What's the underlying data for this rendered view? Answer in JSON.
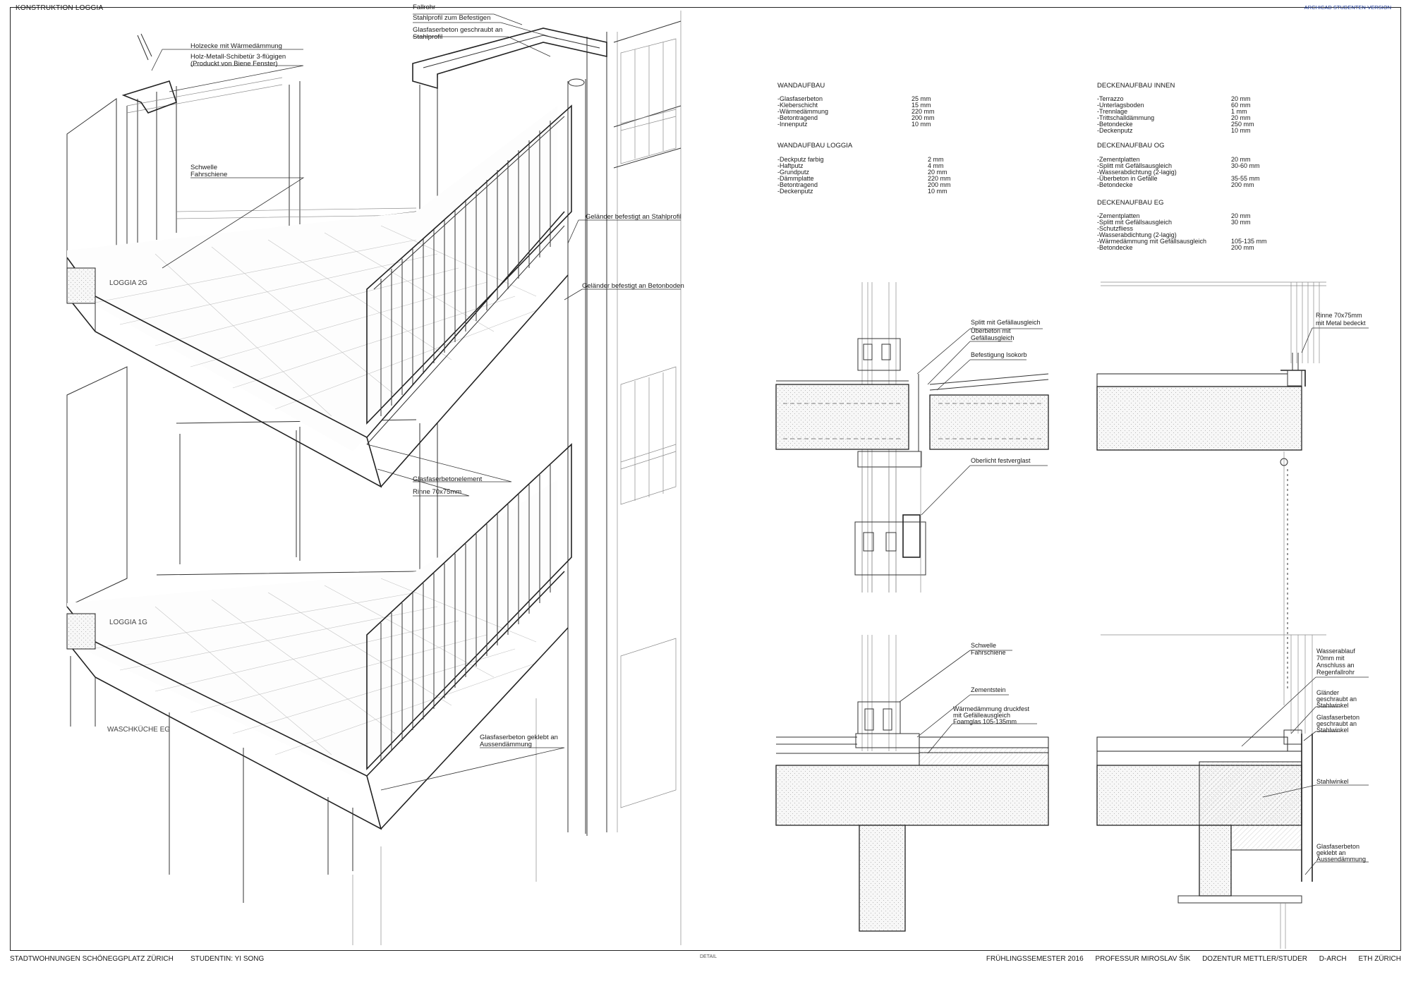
{
  "header": {
    "title": "KONSTRUKTION LOGGIA",
    "stamp": "ARCHICAD STUDENTEN-VERSION"
  },
  "footer": {
    "project": "STADTWOHNUNGEN SCHÖNEGGPLATZ ZÜRICH",
    "student": "STUDENTIN: YI SONG",
    "sheet": "DETAIL",
    "semester": "FRÜHLINGSSEMESTER 2016",
    "professor": "PROFESSUR MIROSLAV ŠIK",
    "dozentur": "DOZENTUR METTLER/STUDER",
    "dept": "D-ARCH",
    "school": "ETH ZÜRICH"
  },
  "levels": {
    "loggia_2g": "LOGGIA 2G",
    "loggia_1g": "LOGGIA 1G",
    "waschkueche": "WASCHKÜCHE EG"
  },
  "axo_labels": {
    "fallrohr": "Fallrohr",
    "stahlprofil": "Stahlprofil zum Befestigen",
    "glasfaser_1": "Glasfaserbeton geschraubt an",
    "glasfaser_2": "Stahlprofil",
    "holzecke": "Holzecke mit Wärmedämmung",
    "schiebetuer_1": "Holz-Metall-Schibetür 3-flügigen",
    "schiebetuer_2": "(Produckt von Biene Fenster)",
    "schwelle_1": "Schwelle",
    "schwelle_2": "Fahrschiene",
    "gelaender_stahl": "Geländer befestigt an Stahlprofil",
    "gelaender_beton": "Geländer befestigt an Betonboden",
    "glasfaserelement": "Glasfaserbetonelement",
    "rinne": "Rinne 70x75mm",
    "geklebt_1": "Glasfaserbeton geklebt an",
    "geklebt_2": "Aussendämmung"
  },
  "tables": {
    "wandaufbau": {
      "title": "WANDAUFBAU",
      "rows": [
        {
          "name": "-Glasfaserbeton",
          "value": "25 mm"
        },
        {
          "name": "-Kleberschicht",
          "value": "15 mm"
        },
        {
          "name": "-Wärmedämmung",
          "value": "220 mm"
        },
        {
          "name": "-Betontragend",
          "value": "200 mm"
        },
        {
          "name": "-Innenputz",
          "value": "10 mm"
        }
      ]
    },
    "wandaufbau_loggia": {
      "title": "WANDAUFBAU LOGGIA",
      "rows": [
        {
          "name": "-Deckputz farbig",
          "value": "2 mm"
        },
        {
          "name": "-Haftputz",
          "value": "4 mm"
        },
        {
          "name": "-Grundputz",
          "value": "20 mm"
        },
        {
          "name": "-Dämmplatte",
          "value": "220 mm"
        },
        {
          "name": "-Betontragend",
          "value": "200 mm"
        },
        {
          "name": "-Deckenputz",
          "value": "10 mm"
        }
      ]
    },
    "deckenaufbau_innen": {
      "title": "DECKENAUFBAU INNEN",
      "rows": [
        {
          "name": "-Terrazzo",
          "value": "20 mm"
        },
        {
          "name": "-Unterlagsboden",
          "value": "60 mm"
        },
        {
          "name": "-Trennlage",
          "value": "1 mm"
        },
        {
          "name": "-Trittschalldämmung",
          "value": "20 mm"
        },
        {
          "name": "-Betondecke",
          "value": "250 mm"
        },
        {
          "name": "-Deckenputz",
          "value": "10 mm"
        }
      ]
    },
    "deckenaufbau_og": {
      "title": "DECKENAUFBAU OG",
      "rows": [
        {
          "name": "-Zementplatten",
          "value": "20 mm"
        },
        {
          "name": "-Splitt mit Gefällsausgleich",
          "value": "30-60 mm"
        },
        {
          "name": "-Wasserabdichtung (2-lagig)",
          "value": ""
        },
        {
          "name": "-Überbeton in Gefälle",
          "value": "35-55 mm"
        },
        {
          "name": "-Betondecke",
          "value": "200 mm"
        }
      ]
    },
    "deckenaufbau_eg": {
      "title": "DECKENAUFBAU EG",
      "rows": [
        {
          "name": "-Zementplatten",
          "value": "20 mm"
        },
        {
          "name": "-Splitt mit Gefällsausgleich",
          "value": "30 mm"
        },
        {
          "name": "-Schutzfliess",
          "value": ""
        },
        {
          "name": "-Wasserabdichtung (2-lagig)",
          "value": ""
        },
        {
          "name": "-Wärmedämmung mit Gefällsausgleich",
          "value": "105-135 mm"
        },
        {
          "name": "-Betondecke",
          "value": "200 mm"
        }
      ]
    }
  },
  "detail_labels": {
    "splitt": "Splitt mit Gefällausgleich",
    "ueberbeton_1": "Überbeton mit",
    "ueberbeton_2": "Gefällausgleich",
    "isokorb": "Befestigung Isokorb",
    "oberlicht": "Oberlicht festverglast",
    "rinne_1": "Rinne 70x75mm",
    "rinne_2": "mit Metal bedeckt",
    "schwelle_1": "Schwelle",
    "schwelle_2": "Fahrschiene",
    "zementstein": "Zementstein",
    "daemmung_1": "Wärmedämmung druckfest",
    "daemmung_2": "mit Gefälleausgleich",
    "daemmung_3": "Foamglas 105-135mm",
    "wasserablauf_1": "Wasserablauf",
    "wasserablauf_2": "70mm mit",
    "wasserablauf_3": "Anschluss an",
    "wasserablauf_4": "Regenfallrohr",
    "glaender_1": "Gländer",
    "glaender_2": "geschraubt an",
    "glaender_3": "Stahlwinkel",
    "glasfaser_1": "Glasfaserbeton",
    "glasfaser_2": "geschraubt an",
    "glasfaser_3": "Stahlwinkel",
    "stahlwinkel": "Stahlwinkel",
    "geklebt_1": "Glasfaserbeton",
    "geklebt_2": "geklebt an",
    "geklebt_3": "Aussendämmung"
  }
}
